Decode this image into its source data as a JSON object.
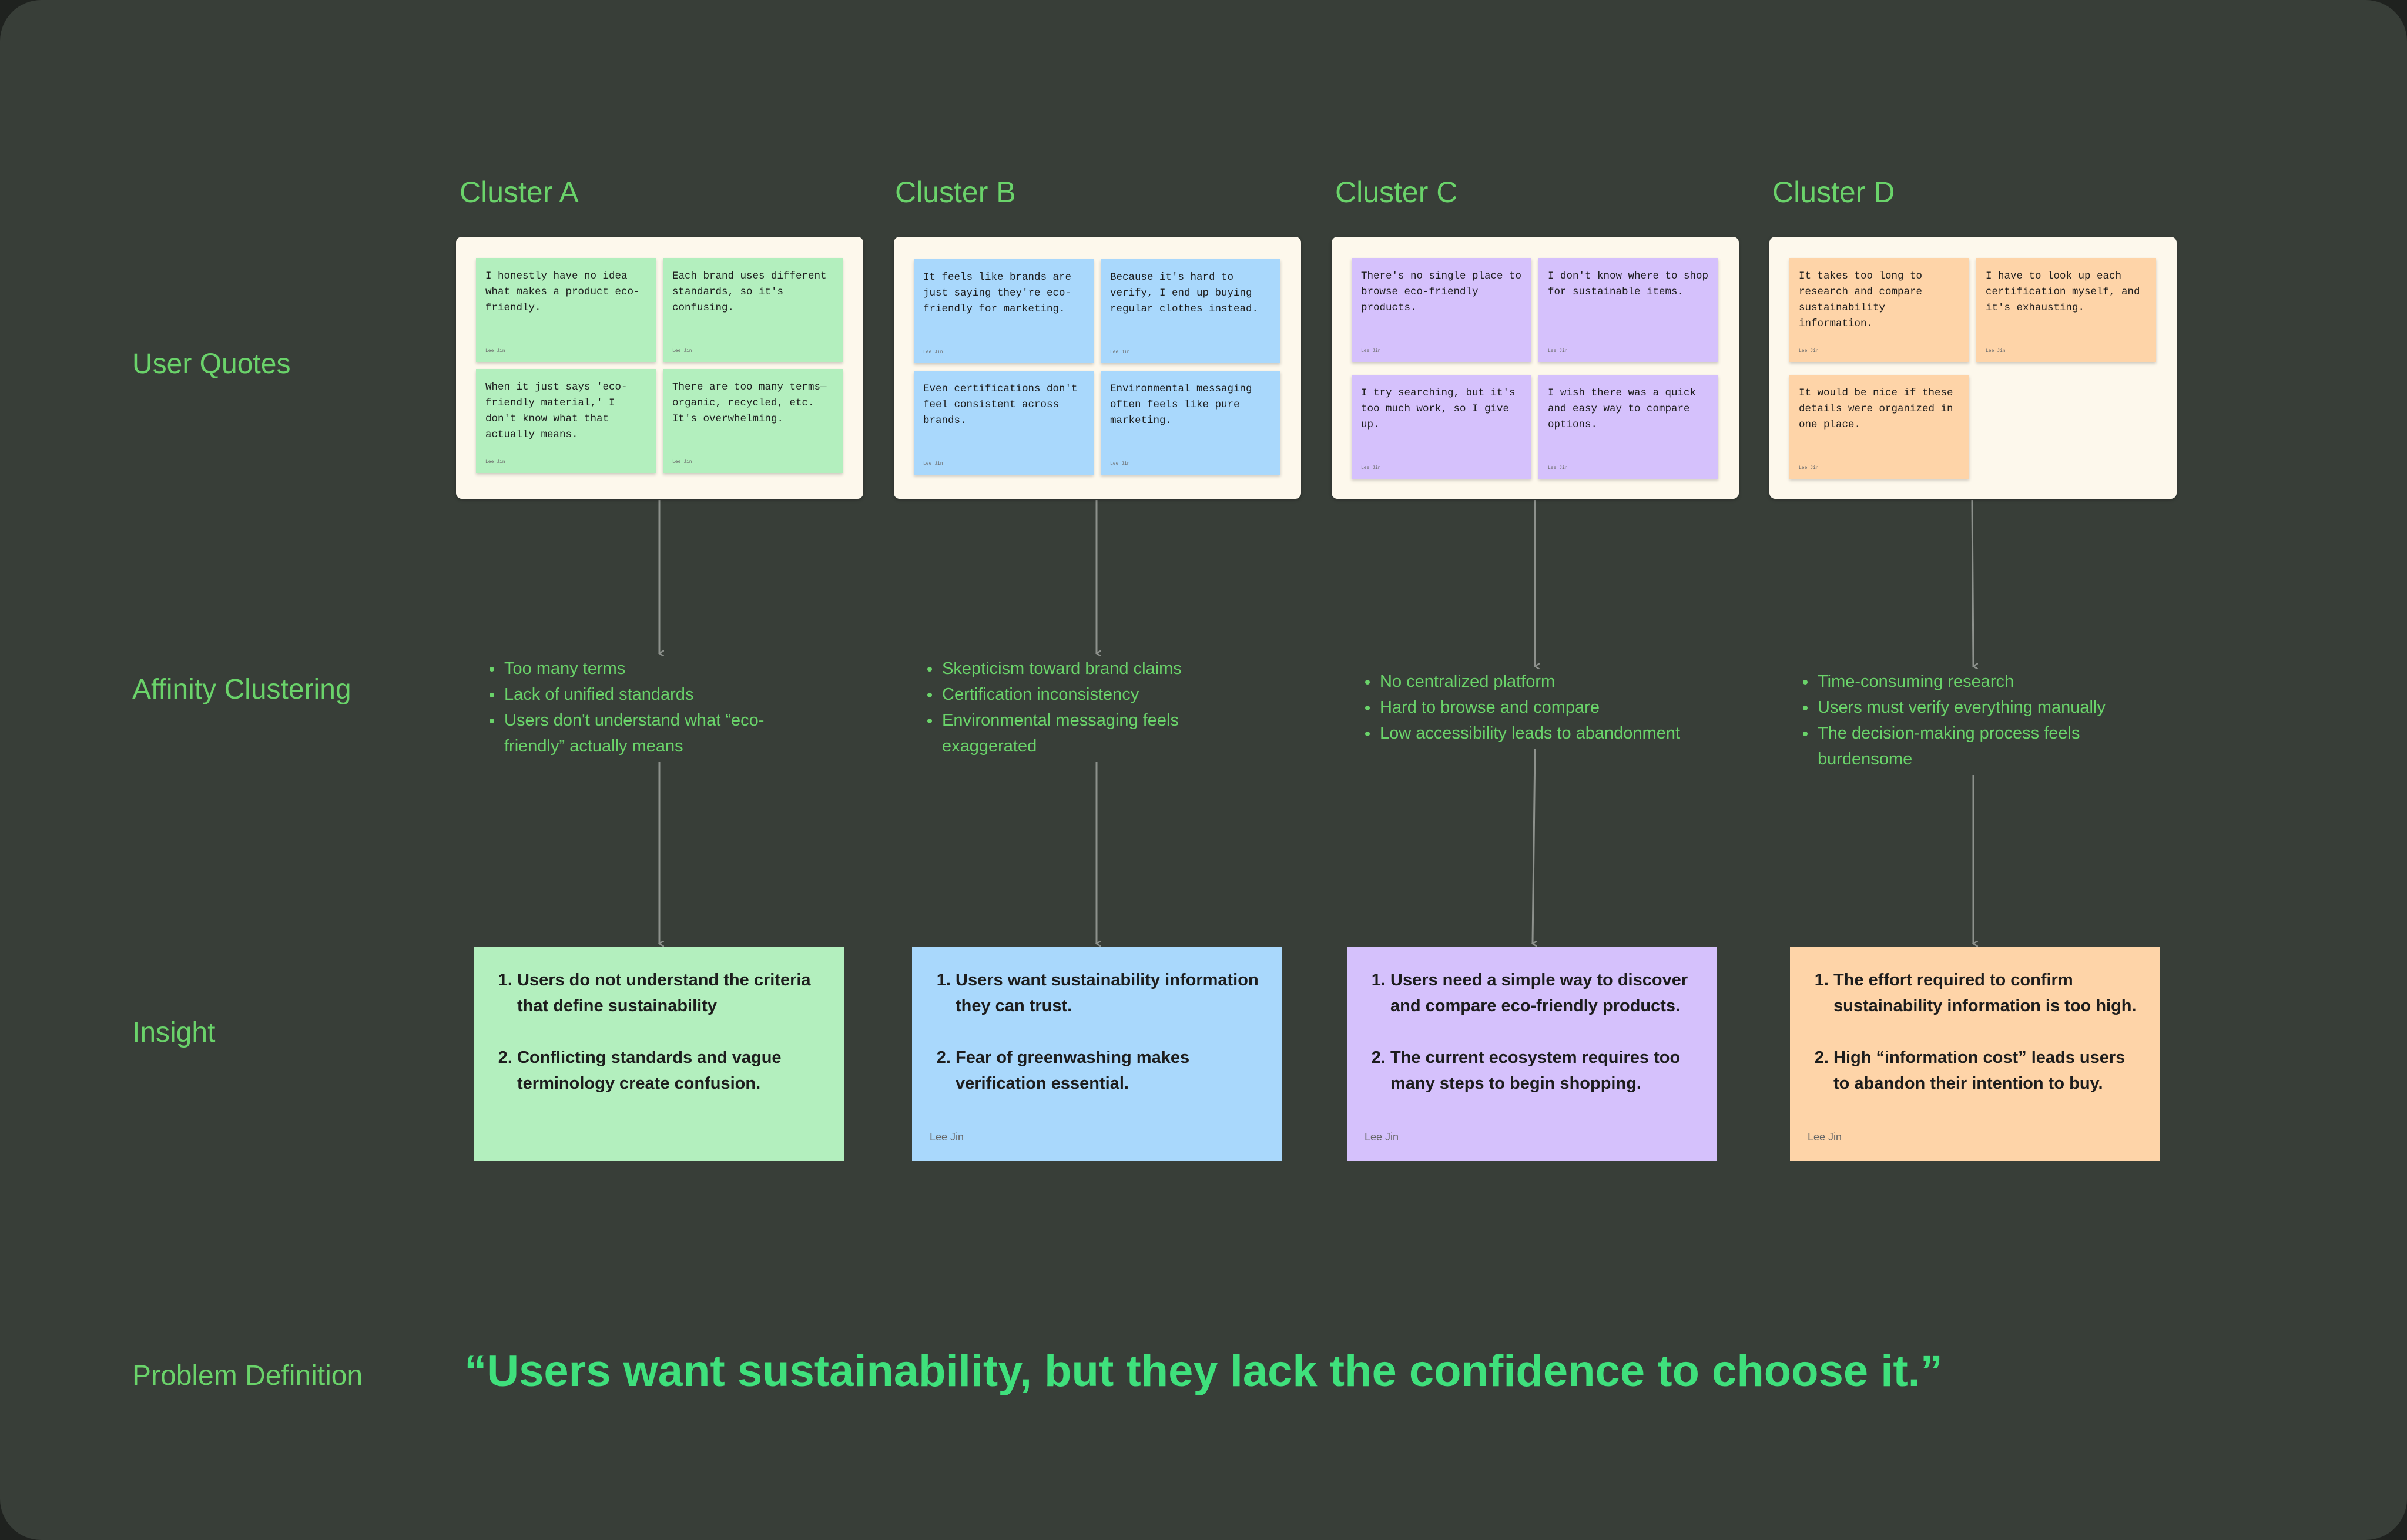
{
  "row_labels": {
    "user_quotes": "User Quotes",
    "affinity": "Affinity Clustering",
    "insight": "Insight",
    "problem": "Problem Definition"
  },
  "colors": {
    "green": "#b3efbe",
    "blue": "#a9d8fc",
    "purple": "#d5c1fc",
    "orange": "#fed4a8",
    "label_green": "#6ad36a",
    "problem_green": "#3fe07c",
    "background": "#383e38"
  },
  "clusters": [
    {
      "title": "Cluster A",
      "color": "#b3efbe",
      "notes": [
        {
          "text": "I honestly have no idea what makes a product eco-friendly.",
          "author": "Lee Jin"
        },
        {
          "text": "Each brand uses different standards, so it's confusing.",
          "author": "Lee Jin"
        },
        {
          "text": "When it just says 'eco-friendly material,' I don't know what that actually means.",
          "author": "Lee Jin"
        },
        {
          "text": "There are too many terms—organic, recycled, etc. It's overwhelming.",
          "author": "Lee Jin"
        }
      ],
      "bullets": [
        "Too many terms",
        "Lack of unified standards",
        "Users don't understand what “eco-friendly” actually means"
      ],
      "insights": [
        "Users do not understand the criteria that define sustainability",
        "Conflicting standards and vague terminology create confusion."
      ],
      "insight_author": ""
    },
    {
      "title": "Cluster B",
      "color": "#a9d8fc",
      "notes": [
        {
          "text": "It feels like brands are just saying they're eco-friendly for marketing.",
          "author": "Lee Jin"
        },
        {
          "text": "Because it's hard to verify, I end up buying regular clothes instead.",
          "author": "Lee Jin"
        },
        {
          "text": "Even certifications don't feel consistent across brands.",
          "author": "Lee Jin"
        },
        {
          "text": "Environmental messaging often feels like pure marketing.",
          "author": "Lee Jin"
        }
      ],
      "bullets": [
        "Skepticism toward brand claims",
        "Certification inconsistency",
        "Environmental messaging feels exaggerated"
      ],
      "insights": [
        "Users want sustainability information they can trust.",
        "Fear of greenwashing makes verification essential."
      ],
      "insight_author": "Lee Jin"
    },
    {
      "title": "Cluster C",
      "color": "#d5c1fc",
      "notes": [
        {
          "text": "There's no single place to browse eco-friendly products.",
          "author": "Lee Jin"
        },
        {
          "text": "I don't know where to shop for sustainable items.",
          "author": "Lee Jin"
        },
        {
          "text": "I try searching, but it's too much work, so I give up.",
          "author": "Lee Jin"
        },
        {
          "text": "I wish there was a quick and easy way to compare options.",
          "author": "Lee Jin"
        }
      ],
      "bullets": [
        "No centralized platform",
        "Hard to browse and compare",
        "Low accessibility leads to abandonment"
      ],
      "insights": [
        "Users need a simple way to discover and compare eco-friendly products.",
        "The current ecosystem requires too many steps to begin shopping."
      ],
      "insight_author": "Lee Jin"
    },
    {
      "title": "Cluster D",
      "color": "#fed4a8",
      "notes": [
        {
          "text": "It takes too long to research and compare sustainability information.",
          "author": "Lee Jin"
        },
        {
          "text": "I have to look up each certification myself, and it's exhausting.",
          "author": "Lee Jin"
        },
        {
          "text": "It would be nice if these details were organized in one place.",
          "author": "Lee Jin"
        }
      ],
      "bullets": [
        "Time-consuming research",
        "Users must verify everything manually",
        "The decision-making process feels burdensome"
      ],
      "insights": [
        "The effort required to confirm sustainability information is too high.",
        "High “information cost” leads users to abandon their intention to buy."
      ],
      "insight_author": "Lee Jin"
    }
  ],
  "problem_statement": "“Users want sustainability, but they lack the confidence to choose it.”"
}
